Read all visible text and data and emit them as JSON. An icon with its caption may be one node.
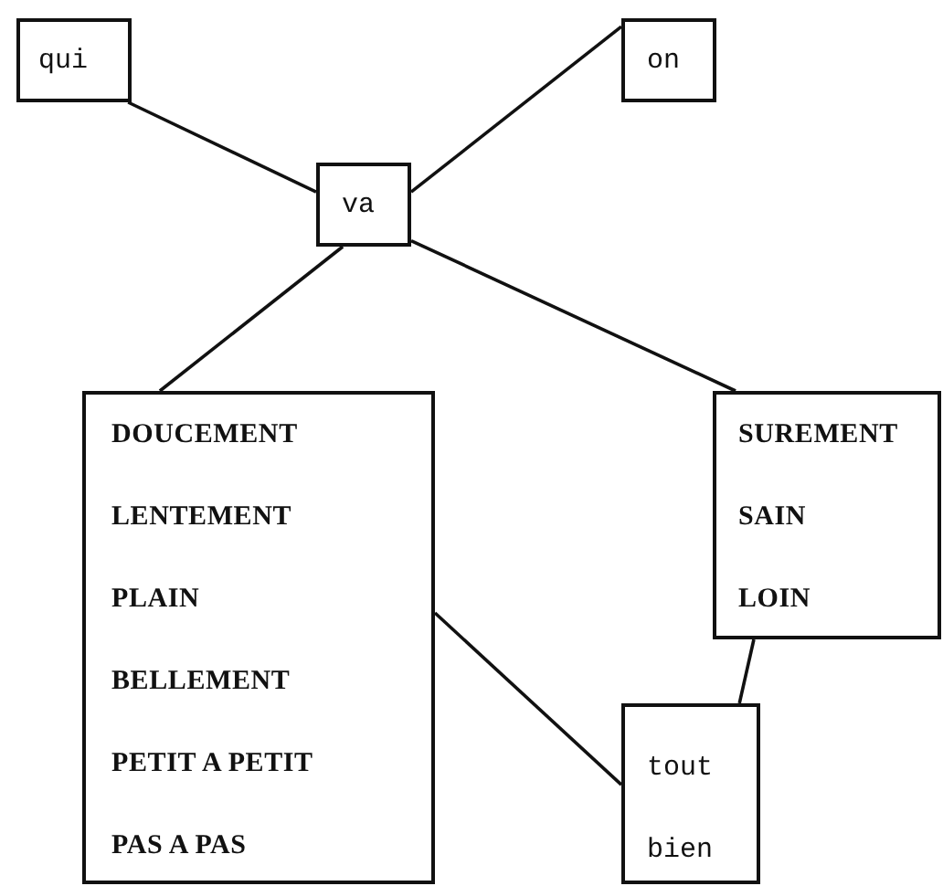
{
  "diagram": {
    "nodes": [
      {
        "text": [
          "qui"
        ]
      },
      {
        "text": [
          "on"
        ]
      },
      {
        "text": [
          "va"
        ]
      },
      {
        "text": [
          "DOUCEMENT",
          "LENTEMENT",
          "PLAIN",
          "BELLEMENT",
          "PETIT A PETIT",
          "PAS A PAS"
        ]
      },
      {
        "text": [
          "SUREMENT",
          "SAIN",
          "LOIN"
        ]
      },
      {
        "text": [
          "tout",
          "bien"
        ]
      }
    ],
    "edges": [
      {
        "from": 0,
        "to": 2,
        "arrow": "none"
      },
      {
        "from": 1,
        "to": 2,
        "arrow": "none"
      },
      {
        "from": 2,
        "to": 3,
        "arrow": "none"
      },
      {
        "from": 2,
        "to": 4,
        "arrow": "none"
      },
      {
        "from": 3,
        "to": 5,
        "arrow": "none"
      },
      {
        "from": 4,
        "to": 5,
        "arrow": "none"
      }
    ]
  }
}
